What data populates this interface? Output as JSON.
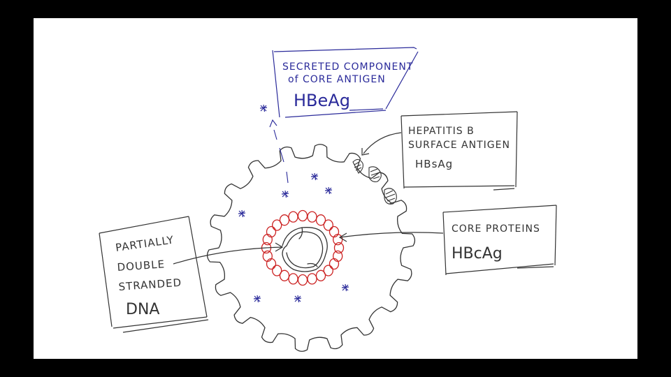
{
  "colors": {
    "background": "#000000",
    "whiteboard": "#ffffff",
    "ink_dark": "#333333",
    "ink_blue": "#2a2a9a",
    "ink_red": "#cc2222"
  },
  "labels": {
    "secreted": {
      "line1": "SECRETED COMPONENT",
      "line2": "of CORE ANTIGEN",
      "abbr": "HBeAg"
    },
    "surface": {
      "line1": "HEPATITIS B",
      "line2": "SURFACE ANTIGEN",
      "abbr": "HBsAg"
    },
    "core": {
      "line1": "CORE PROTEINS",
      "abbr": "HBcAg"
    },
    "dna": {
      "line1": "PARTIALLY",
      "line2": "DOUBLE",
      "line3": "STRANDED",
      "line4": "DNA"
    }
  }
}
